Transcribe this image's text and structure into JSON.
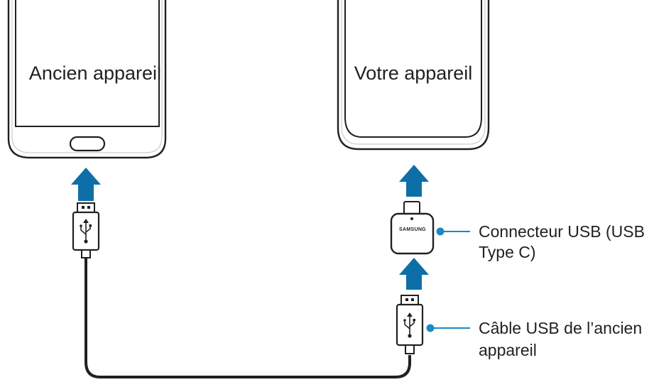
{
  "devices": {
    "old_device_label": "Ancien appareil",
    "new_device_label": "Votre appareil"
  },
  "adapter": {
    "brand_text": "SAMSUNG"
  },
  "callouts": {
    "connector_line1": "Connecteur USB (USB",
    "connector_line2": "Type C)",
    "cable_line1": "Câble USB de l’ancien",
    "cable_line2": "appareil"
  },
  "colors": {
    "arrow": "#0e6fa8",
    "callout_dot": "#1a8ac2",
    "outline": "#231f20",
    "device_edge": "#cccccc"
  },
  "icons": {
    "usb_symbol": "usb-icon",
    "arrow": "arrow-up-icon"
  }
}
